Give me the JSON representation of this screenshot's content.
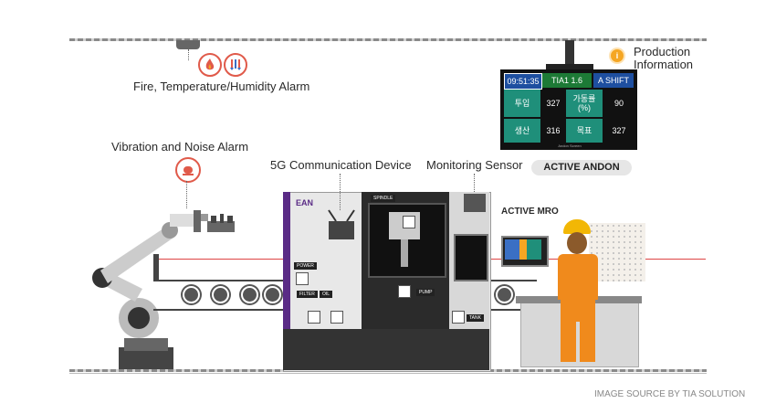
{
  "labels": {
    "fire_alarm": "Fire, Temperature/Humidity Alarm",
    "vibration_alarm": "Vibration and Noise Alarm",
    "comm_device": "5G Communication Device",
    "monitoring_sensor": "Monitoring Sensor",
    "production_info_1": "Production",
    "production_info_2": "Information",
    "active_andon": "ACTIVE ANDON",
    "active_mro": "ACTIVE MRO",
    "image_source": "IMAGE SOURCE BY TIA SOLUTION"
  },
  "andon": {
    "time": "09:51:35",
    "line": "TIA1 1.6",
    "shift": "A SHIFT",
    "input_label": "투입",
    "input_value": "327",
    "rate_label": "가동률\n(%)",
    "rate_value": "90",
    "output_label": "생산",
    "output_value": "316",
    "target_label": "목표",
    "target_value": "327",
    "footer": "Andon Screen"
  },
  "machine": {
    "logo": "EAN",
    "spindle": "SPINDLE",
    "power": "POWER",
    "filter": "FILTER",
    "oil": "OIL",
    "pump": "PUMP",
    "tank": "TANK"
  },
  "colors": {
    "alarm_red": "#e05a4a",
    "andon_teal": "#1f8f7a",
    "andon_green": "#1d7a36",
    "andon_blue": "#1e4fa0",
    "machine_purple": "#5a2b86",
    "worker_orange": "#f08a1c",
    "helmet_yellow": "#f2b705",
    "info_orange": "#f5a623"
  }
}
